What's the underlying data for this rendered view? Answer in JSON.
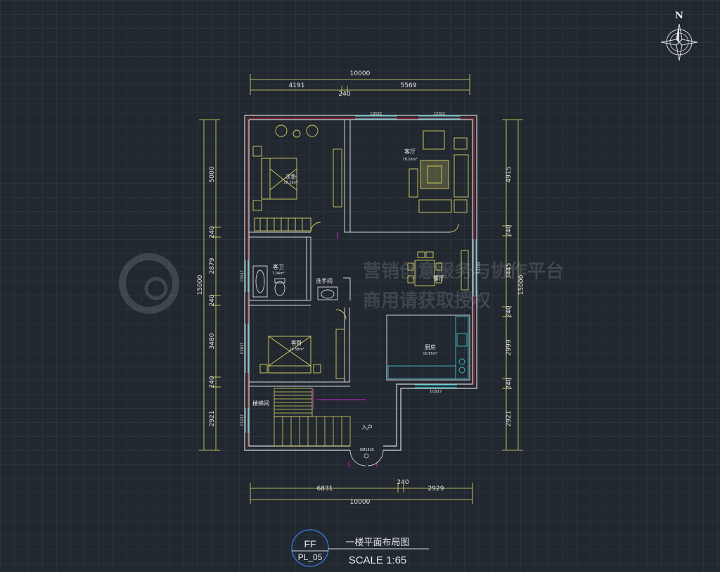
{
  "compass": {
    "north_label": "N"
  },
  "dimensions": {
    "top": {
      "total": "10000",
      "left": "4191",
      "wall": "240",
      "right": "5569"
    },
    "bottom": {
      "left": "6831",
      "wall": "240",
      "right": "2929",
      "total": "10000"
    },
    "left": {
      "total": "15000",
      "seg1": "5000",
      "seg2": "240",
      "seg3": "2879",
      "seg4": "240",
      "seg5": "3480",
      "seg6": "240",
      "seg7": "2921"
    },
    "right": {
      "total": "15000",
      "seg1": "4915",
      "seg2": "240",
      "seg3": "3445",
      "seg4": "240",
      "seg5": "2999",
      "seg6": "240",
      "seg7": "2921"
    }
  },
  "rooms": {
    "master_bedroom": {
      "name": "次卧",
      "area": "20.16m²"
    },
    "living_room": {
      "name": "客厅",
      "area": "78.16m²"
    },
    "bathroom": {
      "name": "客卫",
      "area": "7.04m²"
    },
    "washroom": {
      "name": "洗手间"
    },
    "dining": {
      "name": "餐厅"
    },
    "guest_bedroom": {
      "name": "客卧",
      "area": "14.58m²"
    },
    "kitchen": {
      "name": "厨房",
      "area": "10.65m²"
    },
    "stairwell": {
      "name": "楼梯间"
    },
    "entrance": {
      "name": "入户"
    }
  },
  "windows": {
    "c2022a": "C2022",
    "c2022b": "C2022",
    "c1517": "C1517",
    "c1817": "C1817",
    "c1217": "C1217",
    "c2222": "C2222",
    "d1917": "D1917",
    "m1425": "SM1425"
  },
  "watermark": {
    "line1": "营销创意服务与协作平台",
    "line2": "商用请获取授权"
  },
  "title_block": {
    "code_top": "FF",
    "code_bottom": "PL_05",
    "title": "一楼平面布局图",
    "scale": "SCALE 1:65"
  },
  "colors": {
    "background": "#212830",
    "wall": "#d8d8d8",
    "dimension": "#e6e066",
    "furniture": "#d8d060",
    "window": "#3fc0c8",
    "red_line": "#d02030",
    "magenta": "#d020d0"
  }
}
